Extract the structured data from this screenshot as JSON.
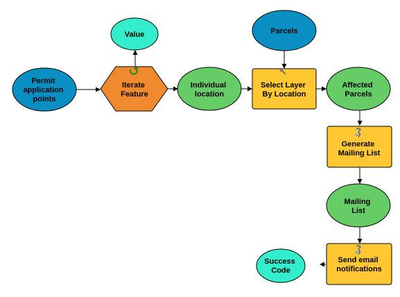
{
  "colors": {
    "blue": "#0A8FC2",
    "green": "#66CC66",
    "teal": "#33EECC",
    "orange": "#F08A2E",
    "yellow": "#FFC832",
    "stroke": "#000000"
  },
  "nodes": {
    "permit_points": {
      "lines": [
        "Permit",
        "application",
        "points"
      ]
    },
    "iterate_feature": {
      "lines": [
        "Iterate",
        "Feature"
      ]
    },
    "value": {
      "lines": [
        "Value"
      ]
    },
    "individual_location": {
      "lines": [
        "Individual",
        "location"
      ]
    },
    "parcels": {
      "lines": [
        "Parcels"
      ]
    },
    "select_layer": {
      "lines": [
        "Select Layer",
        "By Location"
      ]
    },
    "affected_parcels": {
      "lines": [
        "Affected",
        "Parcels"
      ]
    },
    "generate_mailing": {
      "lines": [
        "Generate",
        "Mailing List"
      ]
    },
    "mailing_list": {
      "lines": [
        "Mailing",
        "List"
      ]
    },
    "send_email": {
      "lines": [
        "Send email",
        "notifications"
      ]
    },
    "success_code": {
      "lines": [
        "Success",
        "Code"
      ]
    }
  }
}
